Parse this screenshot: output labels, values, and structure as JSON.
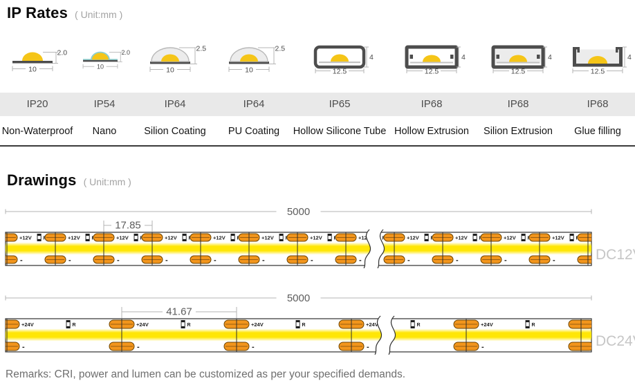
{
  "ip_rates": {
    "title": "IP Rates",
    "unit_note": "( Unit:mm )",
    "items": [
      {
        "rating": "IP20",
        "name": "Non-Waterproof",
        "width_mm": "10",
        "height_mm": "2.0"
      },
      {
        "rating": "IP54",
        "name": "Nano",
        "width_mm": "10",
        "height_mm": "2.0"
      },
      {
        "rating": "IP64",
        "name": "Silion Coating",
        "width_mm": "10",
        "height_mm": "2.5"
      },
      {
        "rating": "IP64",
        "name": "PU Coating",
        "width_mm": "10",
        "height_mm": "2.5"
      },
      {
        "rating": "IP65",
        "name": "Hollow Silicone Tube",
        "width_mm": "12.5",
        "height_mm": "4"
      },
      {
        "rating": "IP68",
        "name": "Hollow Extrusion",
        "width_mm": "12.5",
        "height_mm": "4"
      },
      {
        "rating": "IP68",
        "name": "Silion Extrusion",
        "width_mm": "12.5",
        "height_mm": "4"
      },
      {
        "rating": "IP68",
        "name": "Glue filling",
        "width_mm": "12.5",
        "height_mm": "4"
      }
    ]
  },
  "drawings": {
    "title": "Drawings",
    "unit_note": "( Unit:mm )",
    "strips": [
      {
        "voltage_label": "DC12V",
        "total_length": "5000",
        "segment_pitch": "17.85",
        "positive_pad": "+12V",
        "resistor_label": "R",
        "negative_pad": "-"
      },
      {
        "voltage_label": "DC24V",
        "total_length": "5000",
        "segment_pitch": "41.67",
        "positive_pad": "+24V",
        "resistor_label": "R",
        "negative_pad": "-"
      }
    ]
  },
  "remarks": "Remarks: CRI, power and lumen can be customized as per your specified demands.",
  "colors": {
    "led_yellow": "#F5C518",
    "glow_yellow": "#FFE606",
    "pad_orange": "#F2951C",
    "pad_border": "#6B4300",
    "profile_gray": "#4D4D4D",
    "coating_gray": "#ECECEC",
    "coating_stroke": "#B8B8B8",
    "nano_teal": "#8ECFCE",
    "dim_line_gray": "#B3B3B3",
    "dim_text_gray": "#5C5C5C",
    "strip_outline": "#2E2E2E",
    "voltage_label_gray": "#C6C6C6",
    "table_header_bg": "#E9E9E9"
  }
}
